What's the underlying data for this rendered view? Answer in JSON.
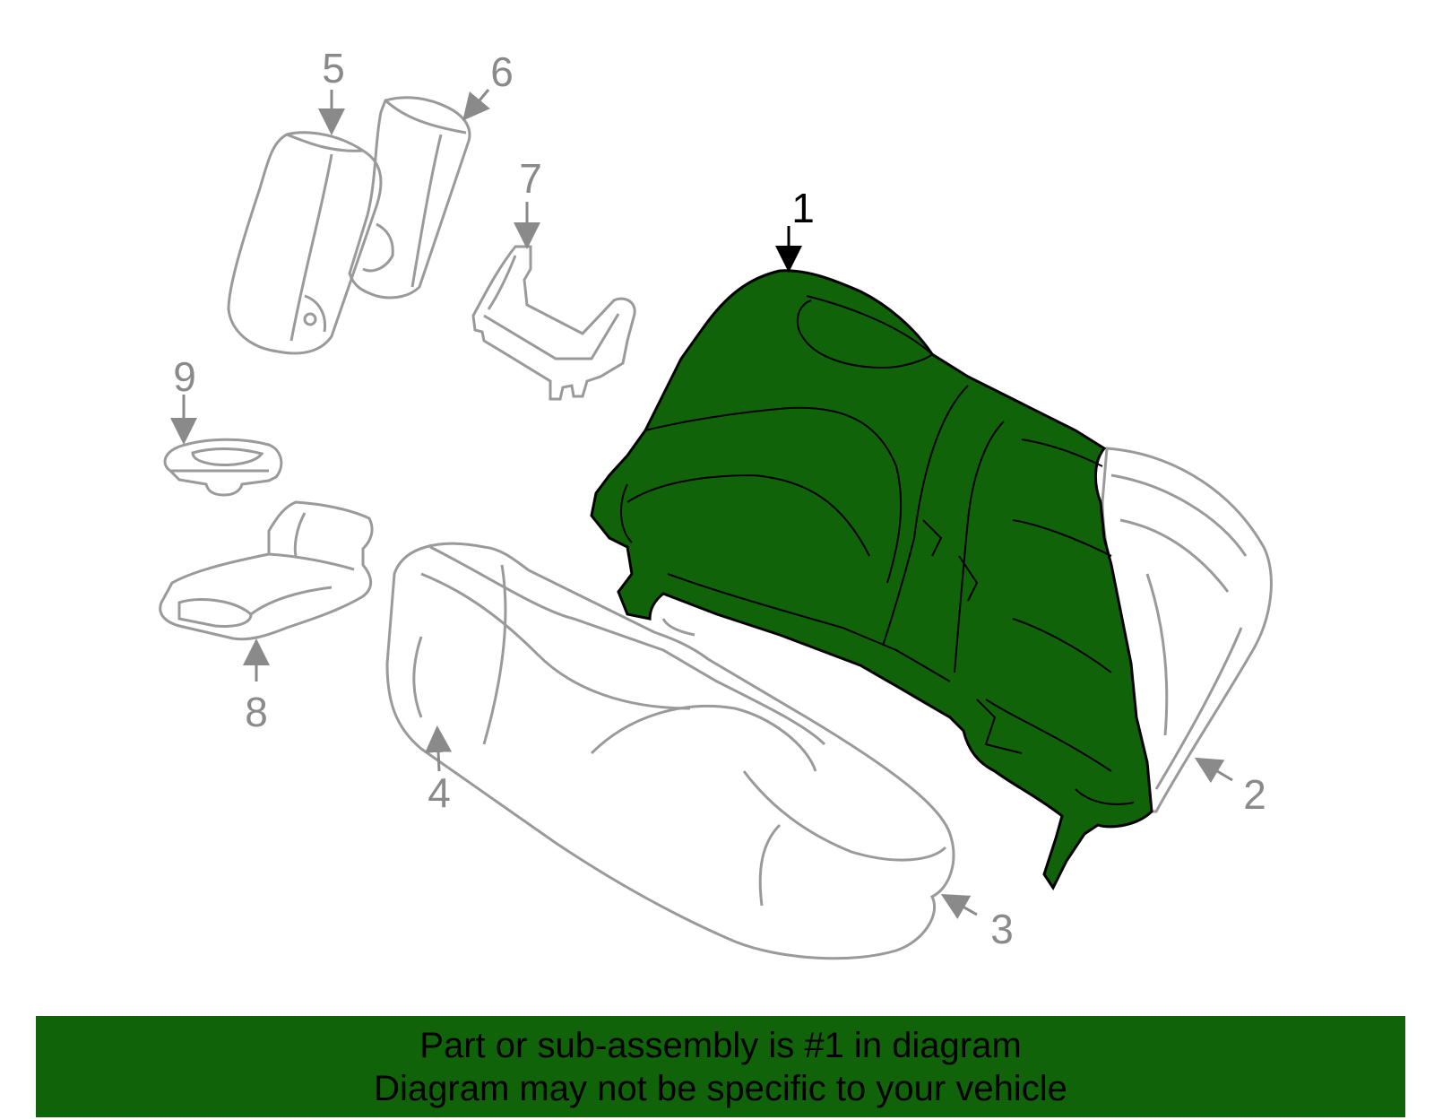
{
  "colors": {
    "highlight": "#11630a",
    "ghost_stroke": "#9a9a9a",
    "callout_gray": "#8a8a8a",
    "callout_active": "#000000"
  },
  "callouts": [
    {
      "num": "1",
      "active": true
    },
    {
      "num": "2",
      "active": false
    },
    {
      "num": "3",
      "active": false
    },
    {
      "num": "4",
      "active": false
    },
    {
      "num": "5",
      "active": false
    },
    {
      "num": "6",
      "active": false
    },
    {
      "num": "7",
      "active": false
    },
    {
      "num": "8",
      "active": false
    },
    {
      "num": "9",
      "active": false
    }
  ],
  "banner": {
    "line1": "Part or sub-assembly is #1 in diagram",
    "line2": "Diagram may not be specific to your vehicle"
  }
}
